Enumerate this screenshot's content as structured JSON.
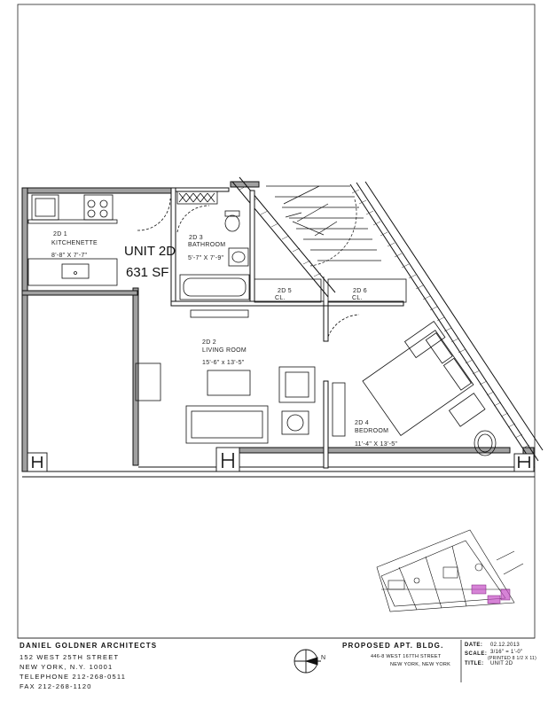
{
  "unit": {
    "name": "UNIT 2D",
    "area": "631 SF"
  },
  "rooms": {
    "kitchenette": {
      "tag": "2D 1",
      "name": "KITCHENETTE",
      "dims": "8'-8\" X 7'-7\""
    },
    "living": {
      "tag": "2D 2",
      "name": "LIVING ROOM",
      "dims": "15'-6\" x 13'-5\""
    },
    "bathroom": {
      "tag": "2D 3",
      "name": "BATHROOM",
      "dims": "5'-7\" X 7'-9\""
    },
    "bedroom": {
      "tag": "2D 4",
      "name": "BEDROOM",
      "dims": "11'-4\" X 13'-5\""
    },
    "closet1": {
      "tag": "2D 5",
      "name": "CL."
    },
    "closet2": {
      "tag": "2D 6",
      "name": "CL."
    }
  },
  "title_block": {
    "firm": "DANIEL GOLDNER ARCHITECTS",
    "address1": "152 WEST 25TH STREET",
    "address2": "NEW YORK, N.Y. 10001",
    "telephone": "TELEPHONE 212-268-0511",
    "fax": "FAX 212-268-1120",
    "project": "PROPOSED APT. BLDG.",
    "site1": "446-8 WEST 167TH STREET",
    "site2": "NEW YORK, NEW YORK",
    "date_label": "DATE:",
    "date_value": "02.12.2013",
    "scale_label": "SCALE:",
    "scale_value": "3/16\" = 1'-0\"",
    "scale_note": "(PRINTED 8 1/2 X 11)",
    "title_label": "TITLE:",
    "title_value": "UNIT 2D",
    "north": "N"
  },
  "colors": {
    "line": "#111111",
    "wall_fill": "#9a9a9a",
    "highlight": "#c44fc4"
  }
}
